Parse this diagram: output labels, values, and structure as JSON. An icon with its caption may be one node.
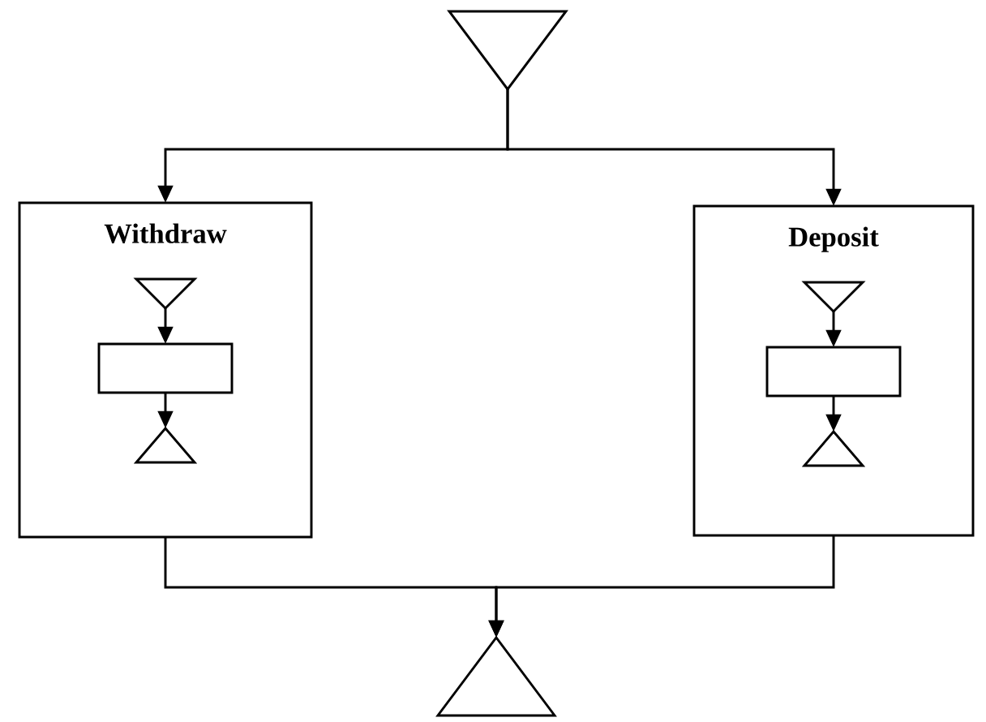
{
  "diagram": {
    "nodes": [
      {
        "text": [],
        "shape": "triangle"
      },
      {
        "text": [
          "Withdraw"
        ]
      },
      {
        "text": [],
        "shape": "triangle",
        "in": 1
      },
      {
        "text": [],
        "shape": "box",
        "in": 1
      },
      {
        "text": [],
        "shape": "triangle",
        "in": 1
      },
      {
        "text": [
          "Deposit"
        ]
      },
      {
        "text": [],
        "shape": "triangle",
        "in": 5
      },
      {
        "text": [],
        "shape": "box",
        "in": 5
      },
      {
        "text": [],
        "shape": "triangle",
        "in": 5
      },
      {
        "text": [],
        "shape": "triangle"
      }
    ],
    "edges": [
      {
        "from": 0,
        "to": 1,
        "arrow": "to"
      },
      {
        "from": 0,
        "to": 5,
        "arrow": "to"
      },
      {
        "from": 2,
        "to": 3,
        "arrow": "to"
      },
      {
        "from": 3,
        "to": 4,
        "arrow": "to"
      },
      {
        "from": 6,
        "to": 7,
        "arrow": "to"
      },
      {
        "from": 7,
        "to": 8,
        "arrow": "to"
      },
      {
        "from": 1,
        "to": 9,
        "arrow": "to"
      },
      {
        "from": 5,
        "to": 9,
        "arrow": "to"
      }
    ]
  }
}
